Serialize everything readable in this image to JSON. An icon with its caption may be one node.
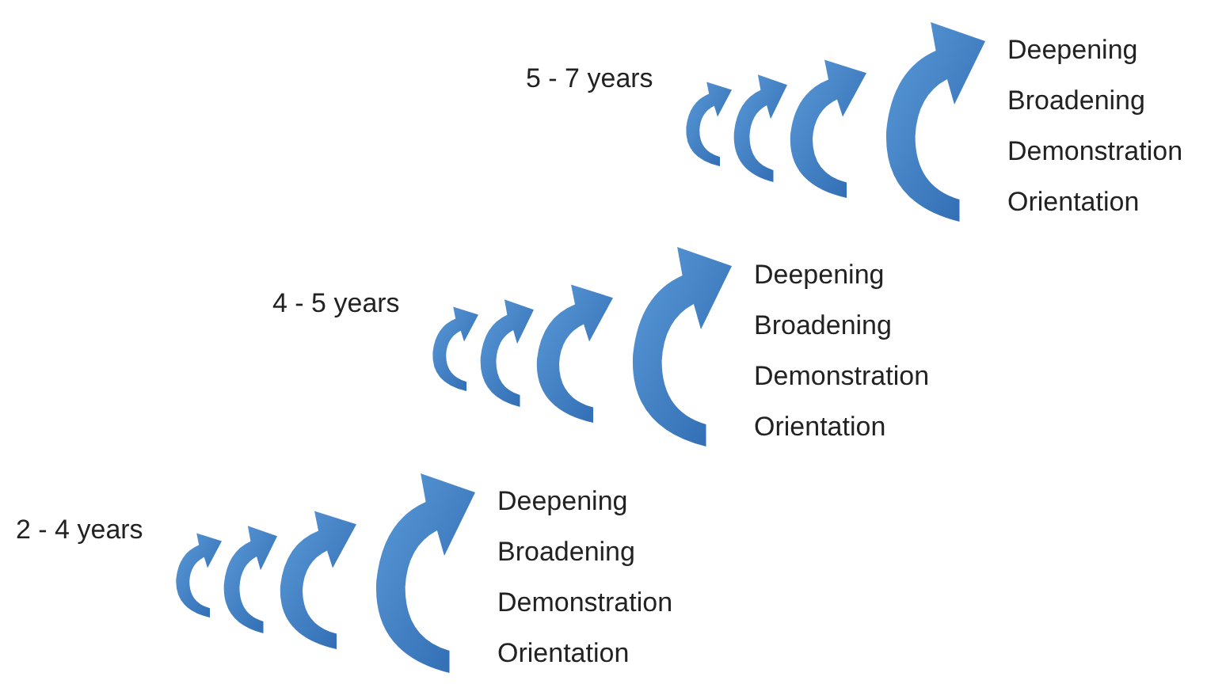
{
  "diagram": {
    "labels": [
      "5 - 7 years",
      "Deepening",
      "Broadening",
      "Demonstration",
      "Orientation",
      "4 - 5 years",
      "Deepening",
      "Broadening",
      "Demonstration",
      "Orientation",
      "2 - 4 years",
      "Deepening",
      "Broadening",
      "Demonstration",
      "Orientation"
    ]
  }
}
